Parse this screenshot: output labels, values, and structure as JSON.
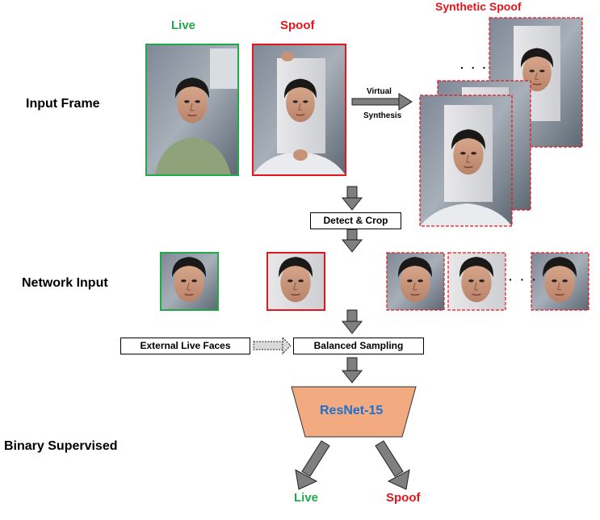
{
  "labels": {
    "live_header": "Live",
    "spoof_header": "Spoof",
    "synthetic_header": "Synthetic Spoof",
    "input_frame": "Input Frame",
    "network_input": "Network Input",
    "binary_supervised": "Binary Supervised",
    "virtual": "Virtual",
    "synthesis": "Synthesis",
    "detect_crop": "Detect & Crop",
    "external_live": "External Live Faces",
    "balanced_sampling": "Balanced Sampling",
    "resnet": "ResNet-15",
    "out_live": "Live",
    "out_spoof": "Spoof",
    "ellipsis": ". . .",
    "ellipsis_net": "· · ·"
  },
  "colors": {
    "live": "#22a84a",
    "spoof": "#e4161c",
    "resnet_fill": "#f2ab80",
    "resnet_text": "#1f6fd0",
    "arrow": "#7f7f7f"
  }
}
